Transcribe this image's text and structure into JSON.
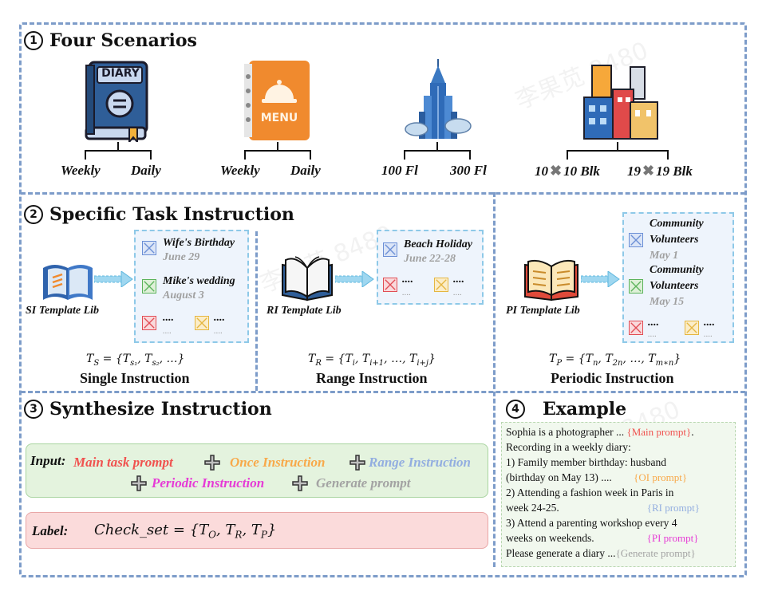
{
  "sections": {
    "s1": {
      "num": "1",
      "title": "Four Scenarios"
    },
    "s2": {
      "num": "2",
      "title": "Specific Task Instruction"
    },
    "s3": {
      "num": "3",
      "title": "Synthesize Instruction"
    },
    "s4": {
      "num": "4",
      "title": "Example"
    }
  },
  "scenarios": [
    {
      "icon": "diary-book-icon",
      "icon_text": "DIARY",
      "left": "Weekly",
      "right": "Daily"
    },
    {
      "icon": "menu-book-icon",
      "icon_text": "MENU",
      "left": "Weekly",
      "right": "Daily"
    },
    {
      "icon": "skyscraper-icon",
      "left": "100 Fl",
      "right": "300 Fl"
    },
    {
      "icon": "city-blocks-icon",
      "left": "10 ✖ 10 Blk",
      "right": "19 ✖ 19 Blk",
      "left_a": "10",
      "left_b": "10 Blk",
      "right_a": "19",
      "right_b": "19 Blk"
    }
  ],
  "single": {
    "lib": "SI Template Lib",
    "items": [
      {
        "title": "Wife's Birthday",
        "date": "June 29"
      },
      {
        "title": "Mike's wedding",
        "date": "August 3"
      }
    ],
    "dots": "....",
    "formula": "T_S = {T_{s1}, T_{s2}, ...}",
    "name": "Single Instruction"
  },
  "range": {
    "lib": "RI Template Lib",
    "items": [
      {
        "title": "Beach Holiday",
        "date": "June 22-28"
      }
    ],
    "dots": "....",
    "formula": "T_R = {T_i, T_{i+1}, ..., T_{i+j}}",
    "name": "Range Instruction"
  },
  "periodic": {
    "lib": "PI Template Lib",
    "items": [
      {
        "title1": "Community",
        "title2": "Volunteers",
        "date": "May 1"
      },
      {
        "title1": "Community",
        "title2": "Volunteers",
        "date": "May 15"
      }
    ],
    "dots": "....",
    "formula": "T_P = {T_n, T_{2n}, ..., T_{m*n}}",
    "name": "Periodic Instruction"
  },
  "synth": {
    "input_label": "Input:",
    "parts": [
      "Main task prompt",
      "Once Instruction",
      "Range Instruction",
      "Periodic Instruction",
      "Generate prompt"
    ],
    "label_label": "Label:",
    "label_formula": "Check_set = {T_O, T_R, T_P}"
  },
  "example": {
    "lines": [
      {
        "text": "Sophia is a photographer ... ",
        "tag": "{Main prompt}",
        "tail": "."
      },
      {
        "text": "Recording in a weekly diary:"
      },
      {
        "text": "1) Family member birthday: husband"
      },
      {
        "text": "(birthday on May 13) .... ",
        "tag": "{OI prompt}"
      },
      {
        "text": "2) Attending a fashion week in Paris in"
      },
      {
        "text": "week 24-25.",
        "tag": "{RI prompt}"
      },
      {
        "text": "3) Attend a parenting workshop every 4"
      },
      {
        "text": "weeks on weekends.",
        "tag": "{PI prompt}"
      },
      {
        "text": "Please generate a diary ...",
        "tag": "{Generate prompt}"
      }
    ]
  },
  "colors": {
    "main": "#f0524f",
    "once": "#f8a94a",
    "range": "#93aee0",
    "periodic": "#e63bd6",
    "generate": "#a3a3a3",
    "dash": "#7d9cc9",
    "blue_check": "#6b8fd6",
    "green_check": "#5bb35b",
    "red_check": "#e14d55",
    "yellow_check": "#e5b640"
  }
}
